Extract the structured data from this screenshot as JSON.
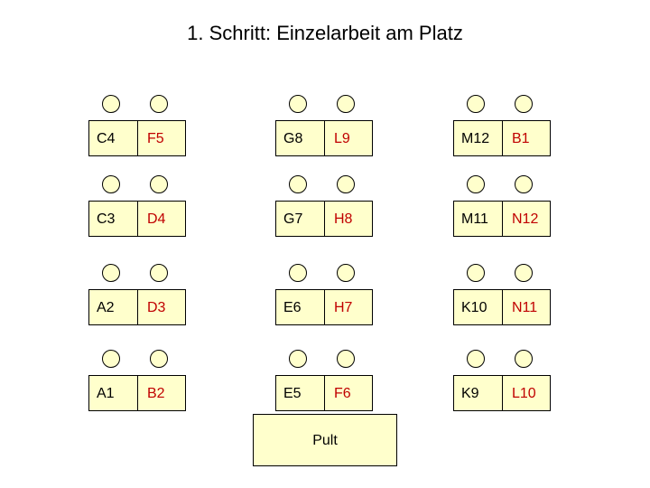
{
  "title": "1. Schritt: Einzelarbeit am Platz",
  "pult": "Pult",
  "desks": [
    [
      {
        "left": "C4",
        "right": "F5"
      },
      {
        "left": "G8",
        "right": "L9"
      },
      {
        "left": "M12",
        "right": "B1"
      }
    ],
    [
      {
        "left": "C3",
        "right": "D4"
      },
      {
        "left": "G7",
        "right": "H8"
      },
      {
        "left": "M11",
        "right": "N12"
      }
    ],
    [
      {
        "left": "A2",
        "right": "D3"
      },
      {
        "left": "E6",
        "right": "H7"
      },
      {
        "left": "K10",
        "right": "N11"
      }
    ],
    [
      {
        "left": "A1",
        "right": "B2"
      },
      {
        "left": "E5",
        "right": "F6"
      },
      {
        "left": "K9",
        "right": "L10"
      }
    ]
  ],
  "colors": {
    "furniture_fill": "#ffffcc",
    "left_label": "#000000",
    "right_label": "#c00000"
  }
}
